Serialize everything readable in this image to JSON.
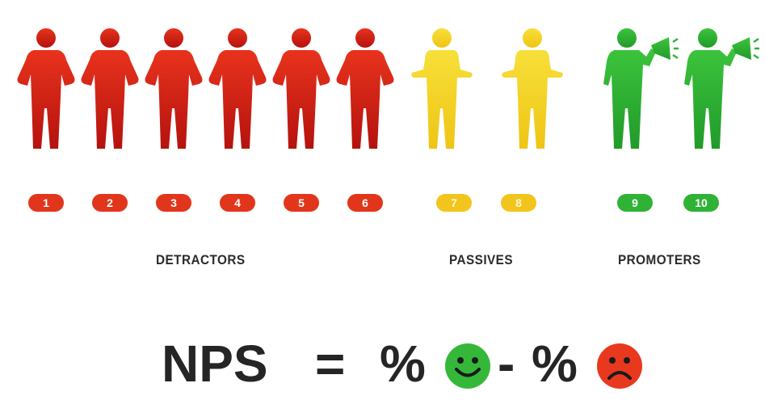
{
  "groups": {
    "detractors": {
      "label": "DETRACTORS",
      "color": "#e0301c"
    },
    "passives": {
      "label": "PASSIVES",
      "color": "#f5d21e"
    },
    "promoters": {
      "label": "PROMOTERS",
      "color": "#2fb235"
    }
  },
  "scores": [
    "1",
    "2",
    "3",
    "4",
    "5",
    "6",
    "7",
    "8",
    "9",
    "10"
  ],
  "formula": {
    "nps": "NPS",
    "equals": "=",
    "percent": "%",
    "minus": "-",
    "happy_icon": "happy-face-icon",
    "sad_icon": "sad-face-icon"
  }
}
